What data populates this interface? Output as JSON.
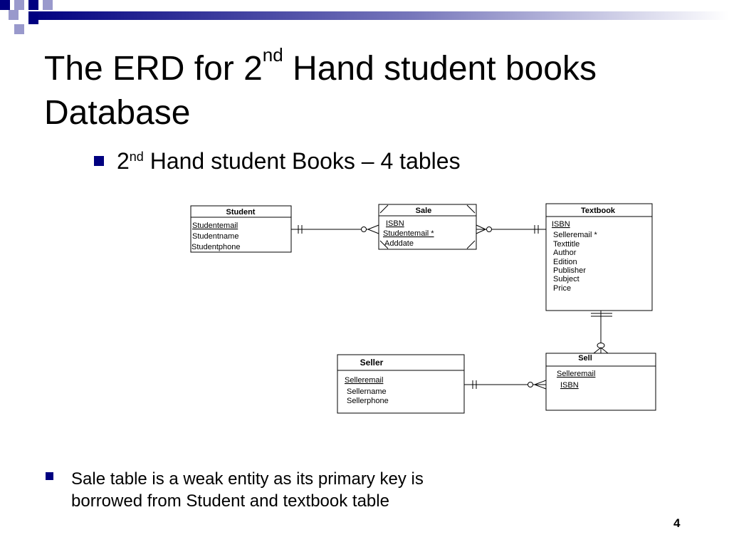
{
  "slide": {
    "title_pre": "The ERD for 2",
    "title_sup": "nd",
    "title_post": " Hand student books Database",
    "bullet1_pre": "2",
    "bullet1_sup": "nd",
    "bullet1_post": " Hand student Books – 4 tables",
    "bullet2": "Sale table is a weak entity as its primary key is borrowed from Student and textbook table",
    "page_number": "4"
  },
  "colors": {
    "accent": "#000080",
    "accent_light": "#9999cc"
  },
  "diagram": {
    "student": {
      "name": "Student",
      "attrs": [
        "Studentemail",
        "Studentname",
        "Studentphone"
      ]
    },
    "sale": {
      "name": "Sale",
      "attrs": [
        "ISBN",
        "Studentemail *",
        "Adddate"
      ]
    },
    "textbook": {
      "name": "Textbook",
      "attrs": [
        "ISBN",
        "Selleremail *",
        "Texttitle",
        "Author",
        "Edition",
        "Publisher",
        "Subject",
        "Price"
      ]
    },
    "seller": {
      "name": "Seller",
      "attrs": [
        "Selleremail",
        "Sellername",
        "Sellerphone"
      ]
    },
    "sell": {
      "name": "Sell",
      "attrs": [
        "Selleremail",
        "ISBN"
      ]
    }
  }
}
